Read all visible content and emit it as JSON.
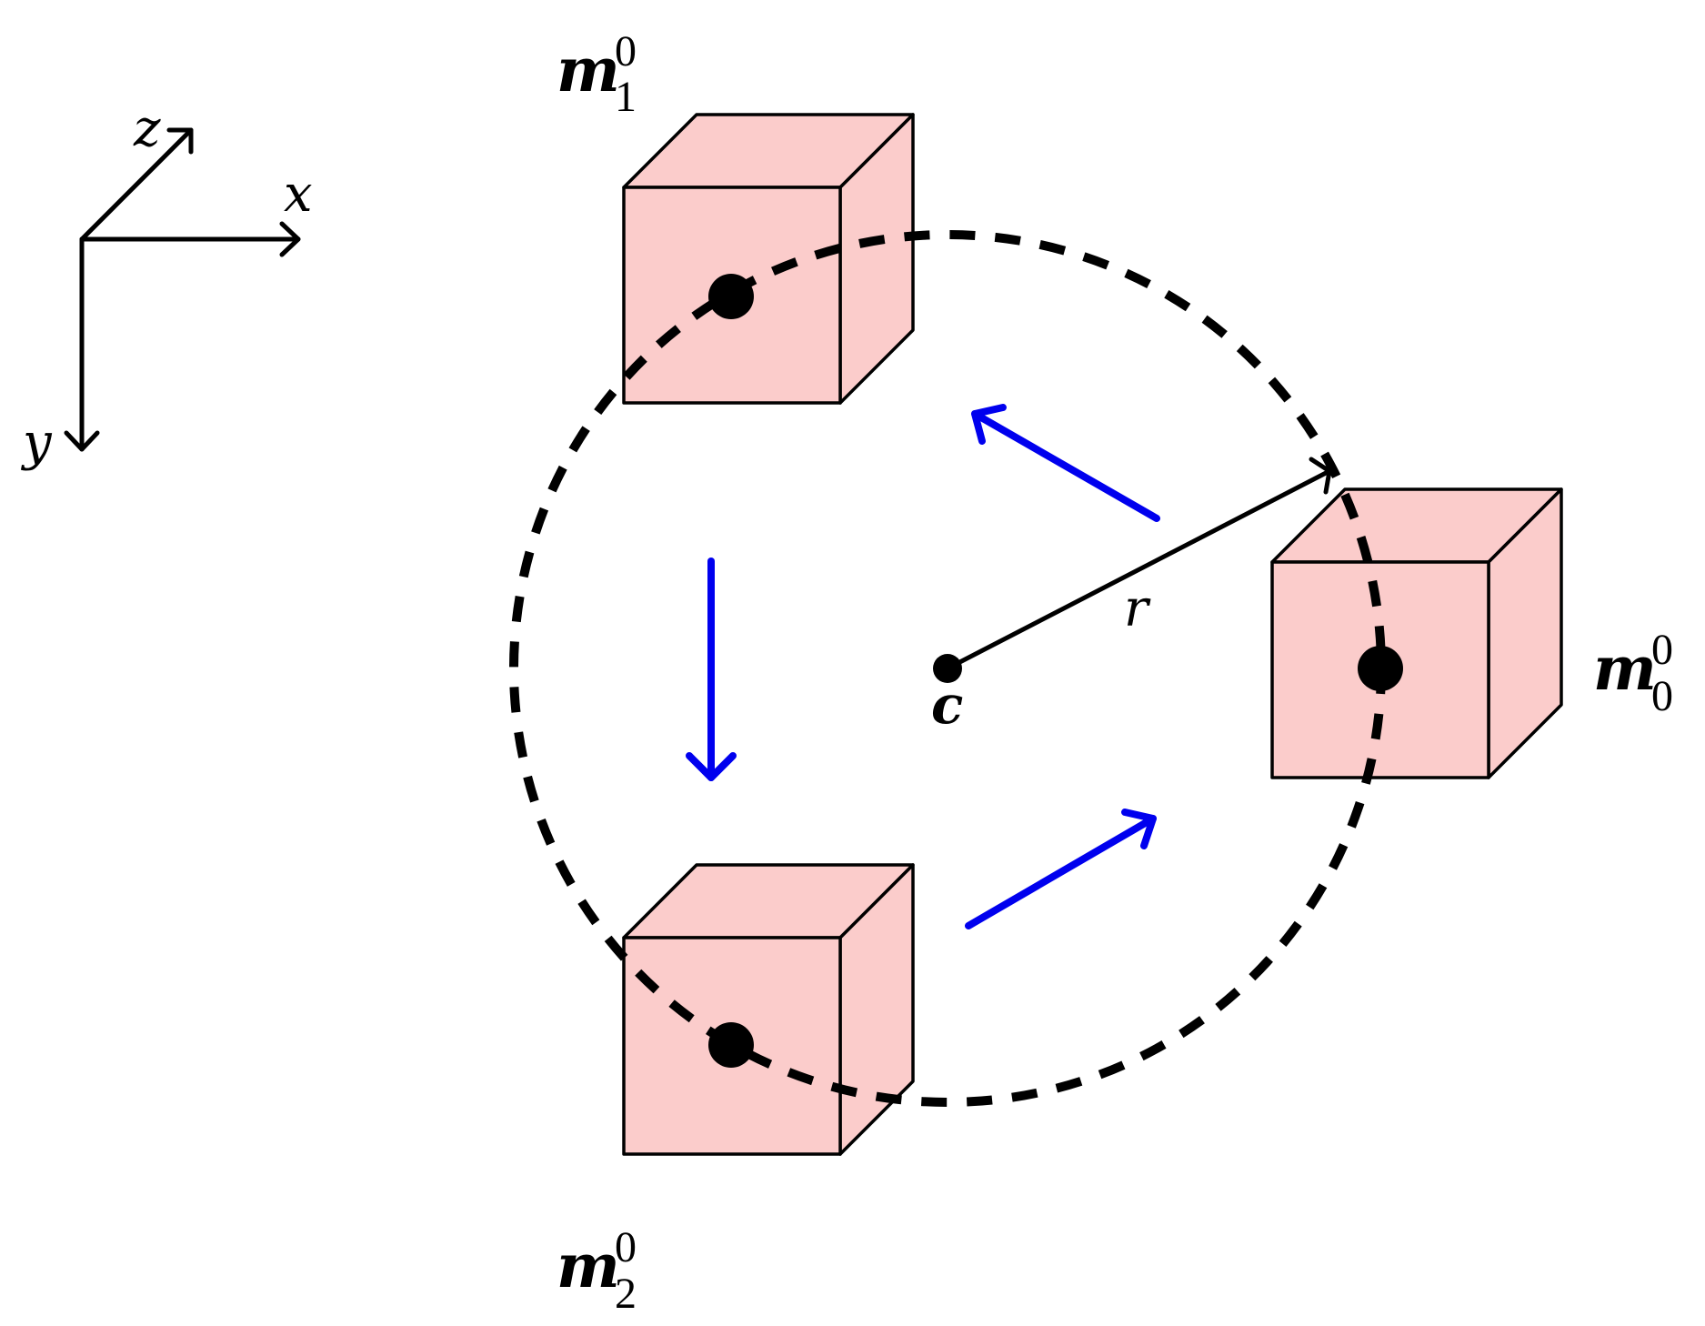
{
  "axes": {
    "x_label": "x",
    "y_label": "y",
    "z_label": "z"
  },
  "center": {
    "label": "c"
  },
  "radius": {
    "label": "r"
  },
  "masses": [
    {
      "symbol": "m",
      "subscript": "0",
      "superscript": "0"
    },
    {
      "symbol": "m",
      "subscript": "1",
      "superscript": "0"
    },
    {
      "symbol": "m",
      "subscript": "2",
      "superscript": "0"
    }
  ],
  "colors": {
    "cube_fill": "#fbcccb",
    "outline": "#000000",
    "rotation_arrows": "#0000ee",
    "background": "#ffffff"
  },
  "icons": {
    "rotation_arrows": "rotation-direction-arrows",
    "orbit": "dashed-orbit-circle"
  }
}
